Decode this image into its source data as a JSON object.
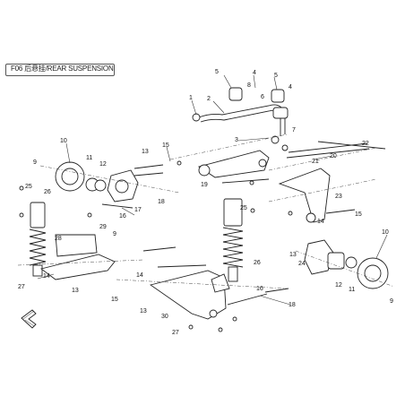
{
  "header": {
    "title": "F06 后悬挂/REAR SUSPENSION"
  },
  "callouts": [
    "1",
    "2",
    "3",
    "4",
    "5",
    "6",
    "7",
    "8",
    "9",
    "10",
    "11",
    "12",
    "13",
    "14",
    "15",
    "16",
    "17",
    "18",
    "19",
    "20",
    "21",
    "22",
    "23",
    "24",
    "25",
    "26",
    "27",
    "28",
    "29",
    "30"
  ],
  "nav": {
    "back_icon": "back-arrow-icon"
  }
}
